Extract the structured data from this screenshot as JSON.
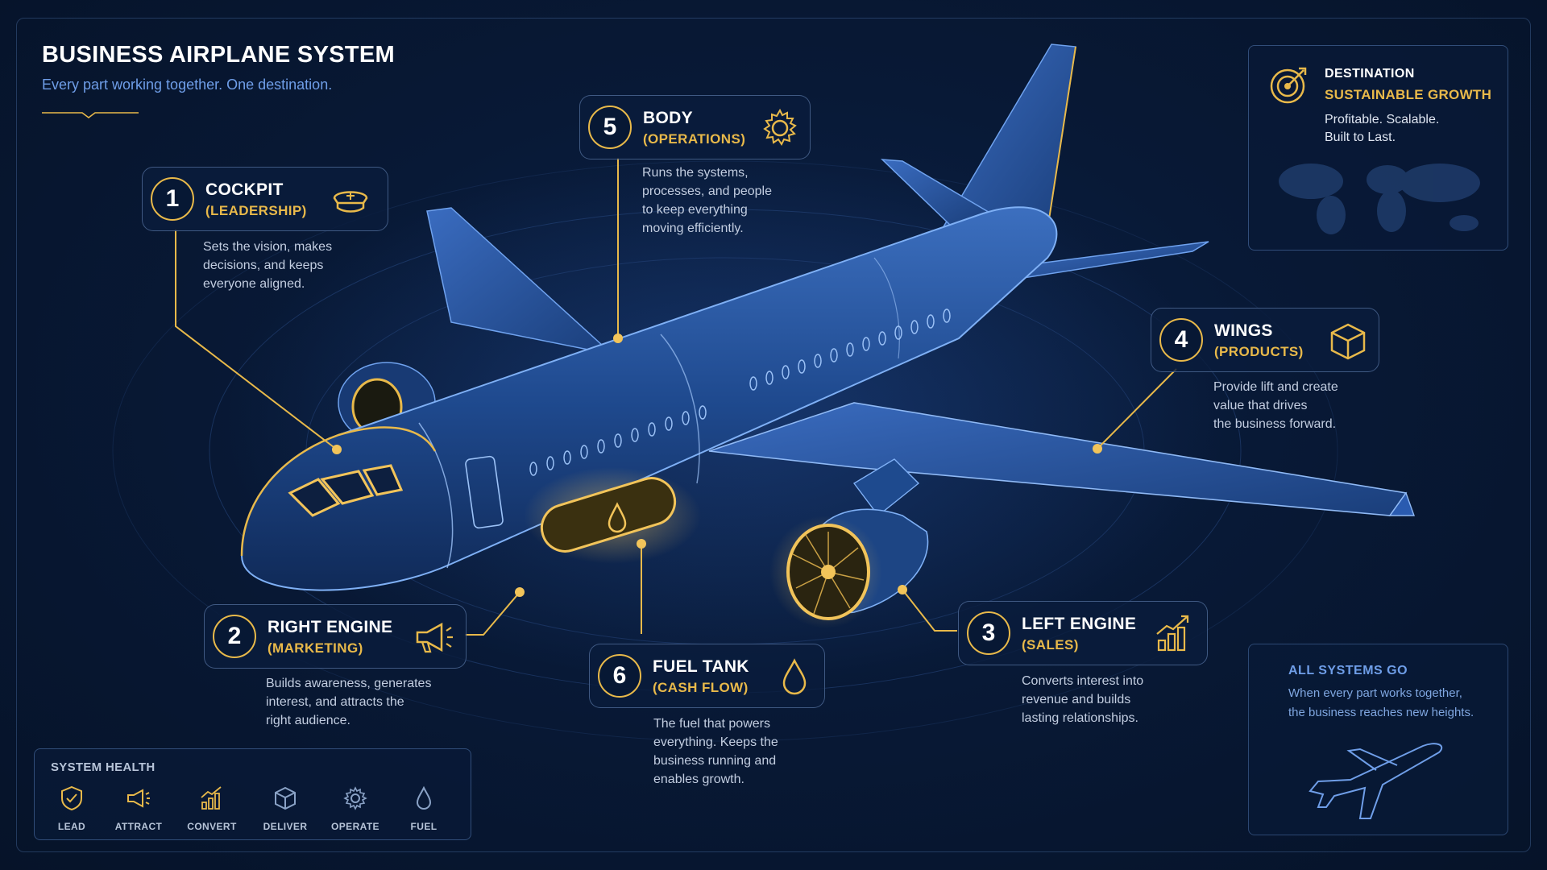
{
  "header": {
    "title": "BUSINESS AIRPLANE SYSTEM",
    "subtitle": "Every part working together. One destination."
  },
  "callouts": [
    {
      "number": "1",
      "title": "COCKPIT",
      "subtitle": "(LEADERSHIP)",
      "icon": "captain-hat-icon",
      "description": [
        "Sets the vision, makes",
        "decisions, and keeps",
        "everyone aligned."
      ]
    },
    {
      "number": "2",
      "title": "RIGHT ENGINE",
      "subtitle": "(MARKETING)",
      "icon": "megaphone-icon",
      "description": [
        "Builds awareness, generates",
        "interest, and attracts the",
        "right audience."
      ]
    },
    {
      "number": "3",
      "title": "LEFT ENGINE",
      "subtitle": "(SALES)",
      "icon": "growth-chart-icon",
      "description": [
        "Converts interest into",
        "revenue and builds",
        "lasting relationships."
      ]
    },
    {
      "number": "4",
      "title": "WINGS",
      "subtitle": "(PRODUCTS)",
      "icon": "box-icon",
      "description": [
        "Provide lift and create",
        "value that drives",
        "the business forward."
      ]
    },
    {
      "number": "5",
      "title": "BODY",
      "subtitle": "(OPERATIONS)",
      "icon": "gear-icon",
      "description": [
        "Runs the systems,",
        "processes, and people",
        "to keep everything",
        "moving efficiently."
      ]
    },
    {
      "number": "6",
      "title": "FUEL TANK",
      "subtitle": "(CASH FLOW)",
      "icon": "droplet-icon",
      "description": [
        "The fuel that powers",
        "everything. Keeps the",
        "business running and",
        "enables growth."
      ]
    }
  ],
  "destination": {
    "label": "DESTINATION",
    "title": "SUSTAINABLE GROWTH",
    "description": [
      "Profitable. Scalable.",
      "Built to Last."
    ],
    "icon": "target-icon"
  },
  "all_systems": {
    "title": "ALL SYSTEMS GO",
    "description": [
      "When every part works together,",
      "the business reaches new heights."
    ],
    "icon": "airplane-icon"
  },
  "system_health": {
    "title": "SYSTEM HEALTH",
    "items": [
      {
        "label": "LEAD",
        "icon": "shield-check-icon"
      },
      {
        "label": "ATTRACT",
        "icon": "megaphone-icon"
      },
      {
        "label": "CONVERT",
        "icon": "growth-chart-icon"
      },
      {
        "label": "DELIVER",
        "icon": "box-icon"
      },
      {
        "label": "OPERATE",
        "icon": "gear-icon"
      },
      {
        "label": "FUEL",
        "icon": "droplet-icon"
      }
    ]
  },
  "colors": {
    "background": "#081936",
    "accent_gold": "#e8b94a",
    "accent_blue": "#6f9ee8",
    "airplane_body": "#1d4584",
    "card_border": "#5a82be"
  }
}
